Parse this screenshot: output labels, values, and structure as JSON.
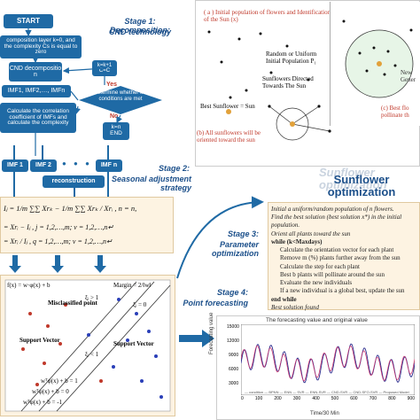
{
  "left": {
    "start": "START",
    "decomp_layer": "composition layer k=0, and the complexity Cs is equal to zero",
    "cnd_decomp": "CND decompositio n",
    "kk1": "k=k+1",
    "ckl": "C=C",
    "imfs": "IMF1, IMF2,…, IMFn",
    "yes": "Yes",
    "no": "No",
    "decision": "Determine whether the conditions are met",
    "calc": "Calculate the correlation coefficient of IMFs and calculate the complexity",
    "kn_end": "k=n\nEND",
    "imf1": "IMF 1",
    "imf2": "IMF 2",
    "dots": "● ● ●",
    "imfn": "IMF n",
    "reconstruction": "reconstruction",
    "eq1": "Iⱼ = 1/m ∑∑ Xrₖ − 1/m ∑∑ Xrₖ / Xrᵢ , n = n,",
    "eq2": "= Xrᵢ − Iⱼ ,  j = 1,2,…,m;  v = 1,2,…,n↵",
    "eq3": "= Xrᵢ / Iⱼ ,  q = 1,2,…,m;  v = 1,2,…,n↵"
  },
  "stages": {
    "s1_title": "Stage 1: Decomposition:",
    "s1_sub": "CND technology",
    "s2_title": "Stage 2:",
    "s2_sub": "Seasonal adjustment strategy",
    "s3_title": "Stage 3:",
    "s3_sub": "Parameter optimization",
    "s4_title": "Stage 4:",
    "s4_sub": "Point forecasting"
  },
  "flowers": {
    "a_caption": "( a ) Initial population of flowers and Identifications of the Sun (x)",
    "random": "Random or Uniform Initial Population P₁",
    "best_sun": "Best Sunflower = Sun",
    "directed": "Sunflowers Directed Towards The Sun",
    "b_caption": "(b) All sunflowers will be oriented toward the sun",
    "c_caption": "(c) Best flo pollinate th",
    "new_gen": "New Gener",
    "brand": "Sunflower optimization",
    "brand_ghost": "Sunflower optimization"
  },
  "algo": {
    "lines": [
      "Initial a uniform/random population of n flowers.",
      "Find the best solution (best solution x*) in the initial population.",
      "Orient all plants toward the sun",
      "while (k<Maxdays)",
      "Calculate the orientation vector for each plant",
      "Remove m (%) plants further away from the sun",
      "Calculate the step for each plant",
      "Best b plants will pollinate around the sun",
      "Evaluate the new individuals",
      "If a new individual is a global best, update the sun",
      "end while",
      "Best solution found"
    ]
  },
  "svm": {
    "formula": "f(x) = w·φ(x) + b",
    "margin": "Margin = 2/‖w‖",
    "misclassified": "Misclassified point",
    "support_vector1": "Support Vector",
    "support_vector2": "Support Vector",
    "xi1": "ξᵢ > 1",
    "xi0": "ξᵢ = 0",
    "xi_lt": "ξᵢ < 1",
    "w1": "wᵀφ(x) + b = 1",
    "w0": "wᵀφ(x) + b = 0",
    "wm1": "wᵀφ(x) + b = -1"
  },
  "forecast": {
    "title": "The forecasting value and original value",
    "ylabel": "Forecasting value",
    "xlabel": "Time/30 Min",
    "yticks": [
      "15000",
      "12000",
      "9000",
      "6000",
      "3000"
    ],
    "xticks": [
      "0",
      "100",
      "200",
      "300",
      "400",
      "500",
      "600",
      "700",
      "800",
      "900"
    ],
    "legend": "— condition  — BPNN  — ENN  — SVR  — ENN-SVR  — CND-SVR  — CND-SFO-SVR  — Proposed Model",
    "colors": {
      "original": "#2a2a8c",
      "forecast": "#d0306a"
    }
  }
}
